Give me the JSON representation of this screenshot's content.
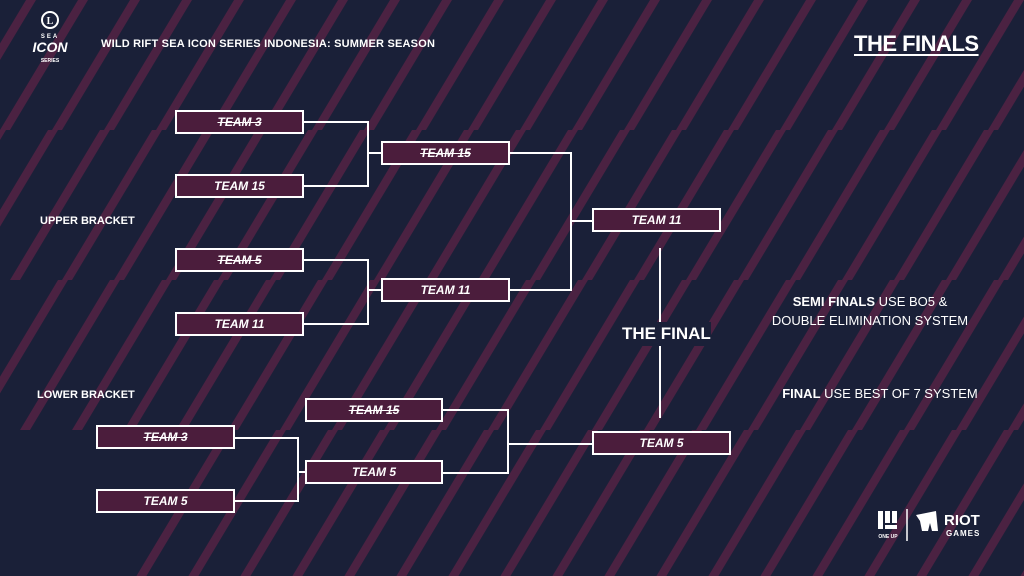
{
  "header": {
    "logo_lines": [
      "SEA",
      "ICON",
      "SERIES"
    ],
    "event_title": "WILD RIFT SEA ICON SERIES INDONESIA: SUMMER SEASON",
    "finals_heading": "THE FINALS"
  },
  "bracket": {
    "upper_label": "UPPER BRACKET",
    "lower_label": "LOWER BRACKET",
    "final_label": "THE FINAL",
    "upper_round1": [
      {
        "team": "TEAM 3",
        "eliminated": true
      },
      {
        "team": "TEAM 15",
        "eliminated": false
      },
      {
        "team": "TEAM 5",
        "eliminated": true
      },
      {
        "team": "TEAM 11",
        "eliminated": false
      }
    ],
    "upper_round2": [
      {
        "team": "TEAM 15",
        "eliminated": true
      },
      {
        "team": "TEAM 11",
        "eliminated": false
      }
    ],
    "upper_winner": {
      "team": "TEAM 11",
      "eliminated": false
    },
    "lower_round1": [
      {
        "team": "TEAM 3",
        "eliminated": true
      },
      {
        "team": "TEAM 5",
        "eliminated": false
      }
    ],
    "lower_round2": [
      {
        "team": "TEAM 15",
        "eliminated": true
      },
      {
        "team": "TEAM 5",
        "eliminated": false
      }
    ],
    "lower_winner": {
      "team": "TEAM 5",
      "eliminated": false
    }
  },
  "notes": {
    "semi_bold": "SEMI FINALS",
    "semi_rest": " USE BO5 & DOUBLE ELIMINATION SYSTEM",
    "final_bold": "FINAL",
    "final_rest": " USE BEST OF 7 SYSTEM"
  },
  "sponsors": {
    "oneup_caption": "ONE UP",
    "riot_line1": "RIOT",
    "riot_line2": "GAMES"
  },
  "colors": {
    "background": "#1a2038",
    "stripe": "#5c2346",
    "box_fill": "#4b1d3c",
    "line": "#ffffff"
  }
}
